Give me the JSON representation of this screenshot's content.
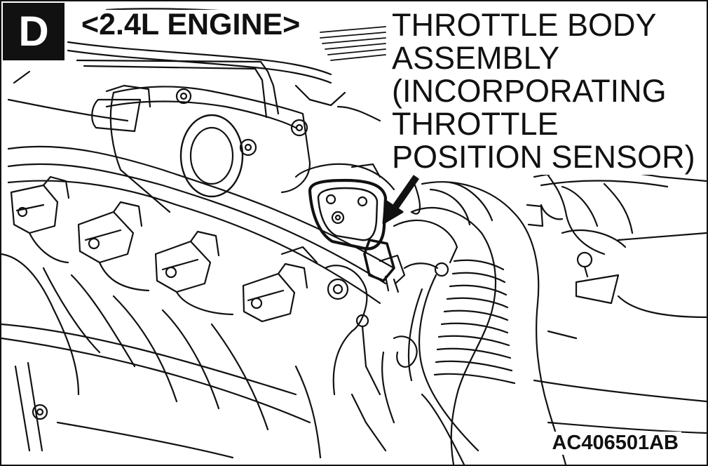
{
  "figure": {
    "section_badge": "D",
    "engine_label": "<2.4L ENGINE>",
    "callout_lines": [
      "THROTTLE BODY",
      "ASSEMBLY",
      "(INCORPORATING",
      "THROTTLE",
      "POSITION SENSOR)"
    ],
    "figure_id": "AC406501AB"
  },
  "colors": {
    "ink": "#111111",
    "paper": "#ffffff"
  },
  "icons": [
    "pointer-arrow-icon"
  ]
}
